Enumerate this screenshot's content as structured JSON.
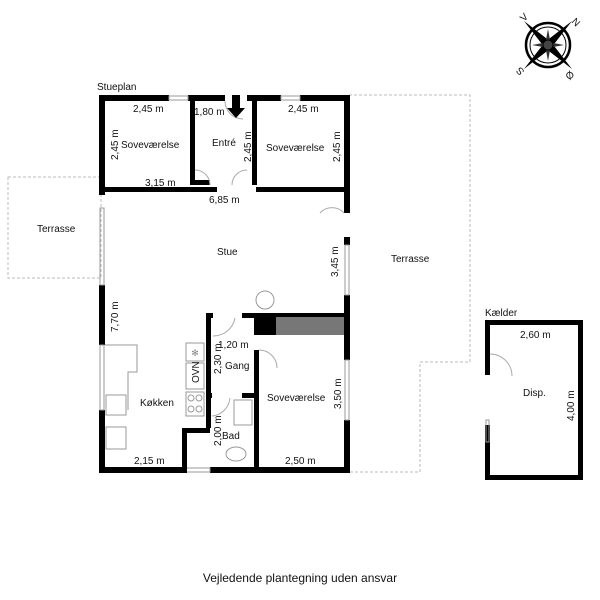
{
  "plan": {
    "floor_label": "Stueplan",
    "basement_label": "Kælder",
    "caption": "Vejledende plantegning uden ansvar"
  },
  "compass": {
    "icon": "compass-rose-icon",
    "north": "N",
    "east": "Ø",
    "south": "S",
    "west": "V"
  },
  "rooms": {
    "bedroom_nw": "Soveværelse",
    "entry": "Entré",
    "bedroom_ne": "Soveværelse",
    "living": "Stue",
    "kitchen": "Køkken",
    "hall": "Gang",
    "bath": "Bad",
    "bedroom_s": "Soveværelse",
    "terrace_w": "Terrasse",
    "terrace_e": "Terrasse",
    "storage": "Disp."
  },
  "dimensions": {
    "bedroom_nw_w": "2,45 m",
    "bedroom_nw_h": "2,45 m",
    "entry_w": "1,80 m",
    "entry_h": "2,45 m",
    "bedroom_ne_w": "2,45 m",
    "bedroom_ne_h": "2,45 m",
    "north_inner": "3,15 m",
    "total_w": "6,85 m",
    "living_h": "3,45 m",
    "left_h": "7,70 m",
    "hall_w": "1,20 m",
    "hall_h": "2,30 m",
    "bath_h": "2,00 m",
    "kitchen_w": "2,15 m",
    "bedroom_s_w": "2,50 m",
    "bedroom_s_h": "3,50 m",
    "storage_w": "2,60 m",
    "storage_h": "4,00 m"
  },
  "appliances": {
    "oven": "OVN"
  }
}
